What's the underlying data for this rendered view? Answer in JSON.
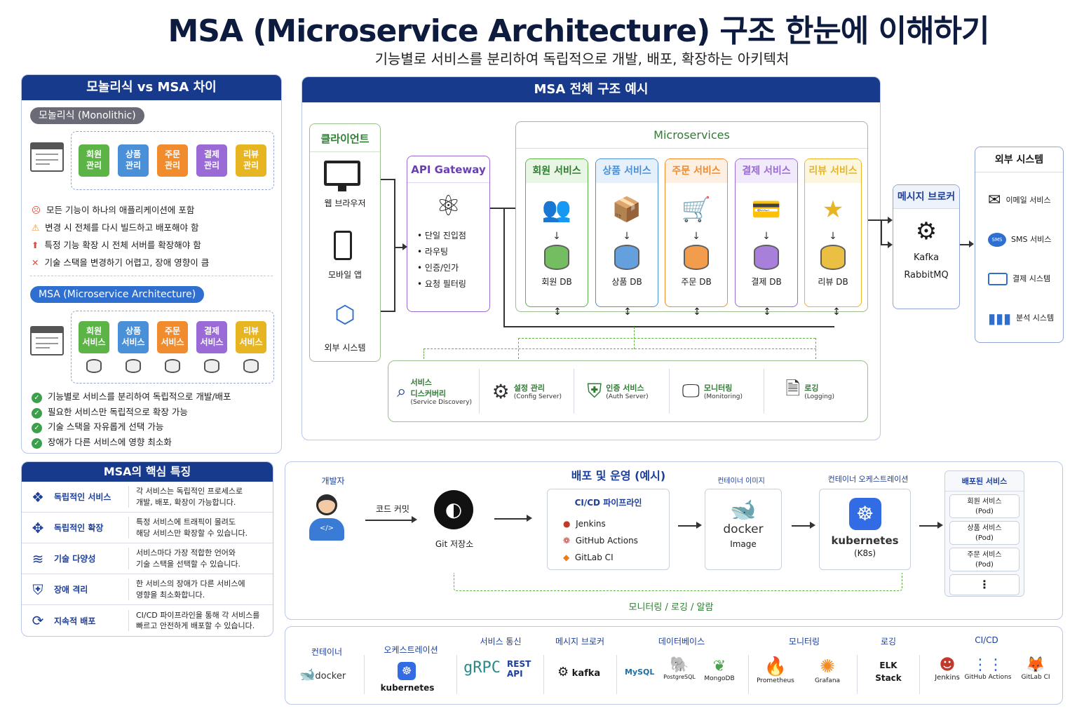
{
  "title": "MSA (Microservice Architecture) 구조 한눈에 이해하기",
  "subtitle": "기능별로 서비스를 분리하여 독립적으로 개발, 배포, 확장하는 아키텍처",
  "compare": {
    "header": "모놀리식 vs MSA 차이",
    "mono_label": "모놀리식 (Monolithic)",
    "mono_modules": [
      "회원\n관리",
      "상품\n관리",
      "주문\n관리",
      "결제\n관리",
      "리뷰\n관리"
    ],
    "mono_points": [
      "모든 기능이 하나의 애플리케이션에 포함",
      "변경 시 전체를 다시 빌드하고 배포해야 함",
      "특정 기능 확장 시 전체 서버를 확장해야 함",
      "기술 스택을 변경하기 어렵고, 장애 영향이 큼"
    ],
    "msa_label": "MSA (Microservice Architecture)",
    "msa_modules": [
      "회원\n서비스",
      "상품\n서비스",
      "주문\n서비스",
      "결제\n서비스",
      "리뷰\n서비스"
    ],
    "msa_points": [
      "기능별로 서비스를 분리하여 독립적으로 개발/배포",
      "필요한 서비스만 독립적으로 확장 가능",
      "기술 스택을 자유롭게 선택 가능",
      "장애가 다른 서비스에 영향 최소화"
    ]
  },
  "arch": {
    "header": "MSA 전체 구조 예시",
    "client_title": "클라이언트",
    "clients": [
      "웹 브라우저",
      "모바일 앱",
      "외부 시스템"
    ],
    "gateway_title": "API Gateway",
    "gateway_items": [
      "단일 진입점",
      "라우팅",
      "인증/인가",
      "요청 필터링"
    ],
    "ms_title": "Microservices",
    "services": [
      {
        "name": "회원 서비스",
        "db": "회원 DB"
      },
      {
        "name": "상품 서비스",
        "db": "상품 DB"
      },
      {
        "name": "주문 서비스",
        "db": "주문 DB"
      },
      {
        "name": "결제 서비스",
        "db": "결제 DB"
      },
      {
        "name": "리뷰 서비스",
        "db": "리뷰 DB"
      }
    ],
    "broker_title": "메시지 브로커",
    "broker_items": [
      "Kafka",
      "RabbitMQ"
    ],
    "external_title": "외부 시스템",
    "externals": [
      "이메일 서비스",
      "SMS 서비스",
      "결제 시스템",
      "분석 시스템"
    ],
    "sms_badge": "SMS",
    "infra": [
      {
        "name": "서비스\n디스커버리",
        "sub": "(Service Discovery)"
      },
      {
        "name": "설정 관리",
        "sub": "(Config Server)"
      },
      {
        "name": "인증 서비스",
        "sub": "(Auth Server)"
      },
      {
        "name": "모니터링",
        "sub": "(Monitoring)"
      },
      {
        "name": "로깅",
        "sub": "(Logging)"
      }
    ]
  },
  "features": {
    "header": "MSA의 핵심 특징",
    "rows": [
      {
        "label": "독립적인 서비스",
        "desc": "각 서비스는 독립적인 프로세스로\n개발, 배포, 확장이 가능합니다."
      },
      {
        "label": "독립적인 확장",
        "desc": "특정 서비스에 트래픽이 몰려도\n해당 서비스만 확장할 수 있습니다."
      },
      {
        "label": "기술 다양성",
        "desc": "서비스마다 가장 적합한 언어와\n기술 스택을 선택할 수 있습니다."
      },
      {
        "label": "장애 격리",
        "desc": "한 서비스의 장애가 다른 서비스에\n영향을 최소화합니다."
      },
      {
        "label": "지속적 배포",
        "desc": "CI/CD 파이프라인을 통해 각 서비스를\n빠르고 안전하게 배포할 수 있습니다."
      }
    ]
  },
  "deploy": {
    "header": "배포 및 운영 (예시)",
    "developer": "개발자",
    "commit": "코드 커밋",
    "git": "Git 저장소",
    "cicd_title": "CI/CD 파이프라인",
    "cicd_tools": [
      "Jenkins",
      "GitHub Actions",
      "GitLab CI"
    ],
    "image_title": "컨테이너 이미지",
    "docker": "docker",
    "image": "Image",
    "orch_title": "컨테이너 오케스트레이션",
    "k8s": "kubernetes",
    "k8s_sub": "(K8s)",
    "deployed_title": "배포된 서비스",
    "pods": [
      {
        "name": "회원 서비스",
        "sub": "(Pod)"
      },
      {
        "name": "상품 서비스",
        "sub": "(Pod)"
      },
      {
        "name": "주문 서비스",
        "sub": "(Pod)"
      }
    ],
    "more": "⋮",
    "loop": "모니터링 / 로깅 / 알람"
  },
  "stack": {
    "categories": [
      "컨테이너",
      "오케스트레이션",
      "서비스 통신",
      "메시지 브로커",
      "데이터베이스",
      "모니터링",
      "로깅",
      "CI/CD"
    ],
    "container": "docker",
    "orchestration": "kubernetes",
    "grpc": "gRPC",
    "rest": "REST\nAPI",
    "kafka": "kafka",
    "dbs": [
      "MySQL",
      "PostgreSQL",
      "MongoDB"
    ],
    "monitoring": [
      "Prometheus",
      "Grafana"
    ],
    "logging": "ELK\nStack",
    "cicd": [
      "Jenkins",
      "GitHub Actions",
      "GitLab CI"
    ]
  },
  "colors": {
    "navy": "#173a8c",
    "green": "#5cb346",
    "blue": "#4a90d9",
    "orange": "#f08c2e",
    "purple": "#9a6ad6",
    "yellow": "#e8b522"
  }
}
